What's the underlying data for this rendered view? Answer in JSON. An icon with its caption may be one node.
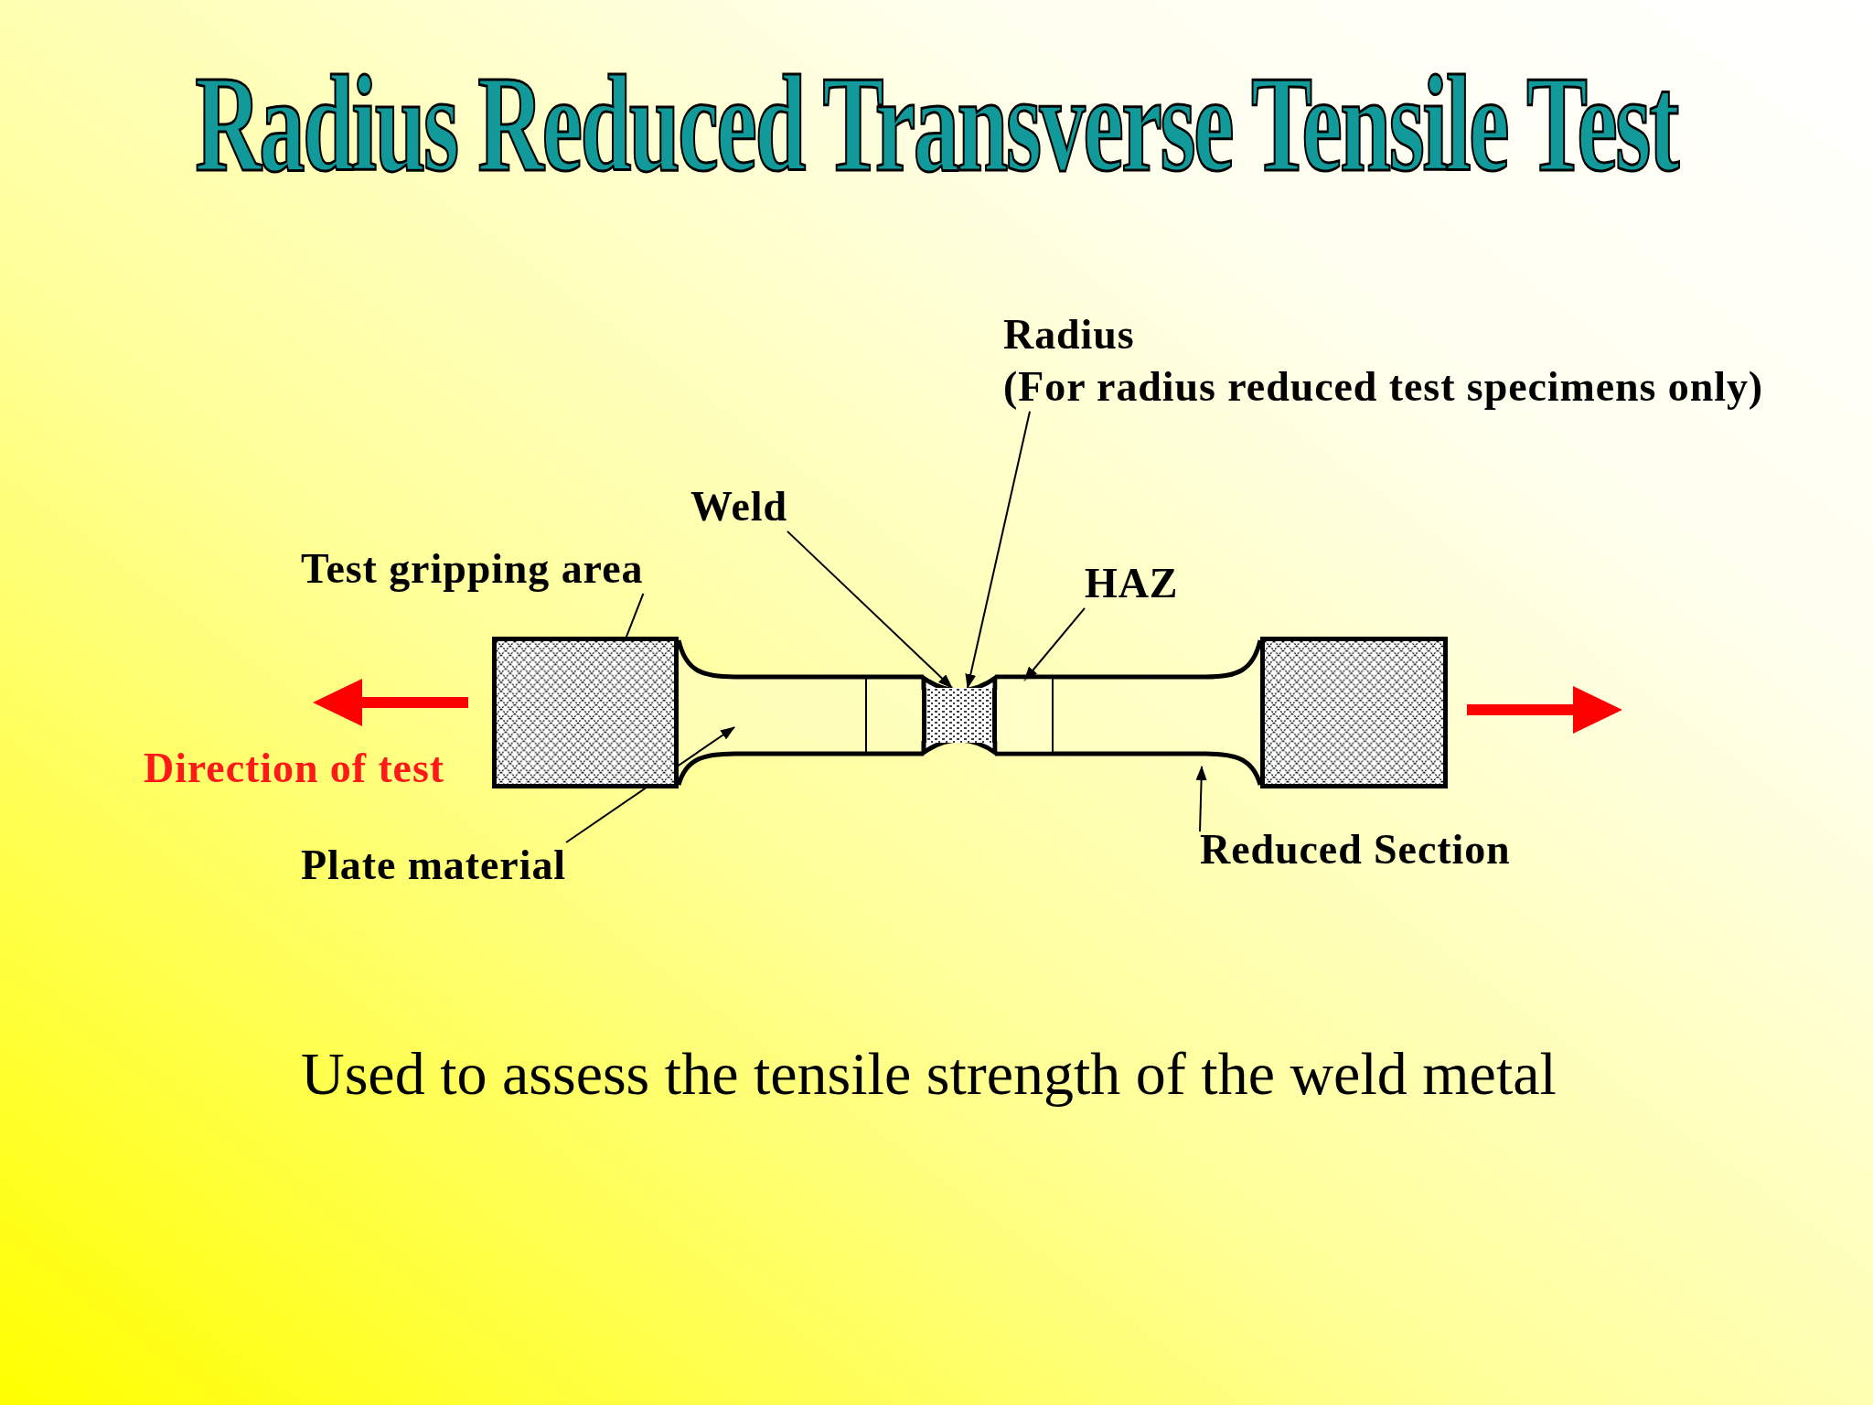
{
  "diagram": {
    "title": "Radius Reduced Transverse Tensile Test",
    "caption": "Used to assess the tensile strength of the weld metal",
    "nodes": [
      {
        "text": [
          "Radius",
          "(For radius reduced test specimens only)"
        ]
      },
      {
        "text": [
          "Weld"
        ]
      },
      {
        "text": [
          "Test gripping area"
        ]
      },
      {
        "text": [
          "HAZ"
        ]
      },
      {
        "text": [
          "Plate material"
        ]
      },
      {
        "text": [
          "Reduced Section"
        ]
      },
      {
        "text": [],
        "shape": "box"
      },
      {
        "text": [],
        "shape": "box"
      },
      {
        "text": [],
        "shape": "box"
      },
      {
        "text": [],
        "shape": "box"
      }
    ],
    "edges": [
      {
        "from": 0,
        "to": 7,
        "arrow": "to"
      },
      {
        "from": 1,
        "to": 7,
        "arrow": "to"
      },
      {
        "from": 2,
        "to": 6,
        "arrow": "to"
      },
      {
        "from": 3,
        "to": 8,
        "arrow": "to"
      },
      {
        "from": 4,
        "to": null,
        "arrow": "to"
      },
      {
        "from": 5,
        "to": null,
        "arrow": "to"
      }
    ],
    "labels": [
      "Direction of test"
    ]
  }
}
